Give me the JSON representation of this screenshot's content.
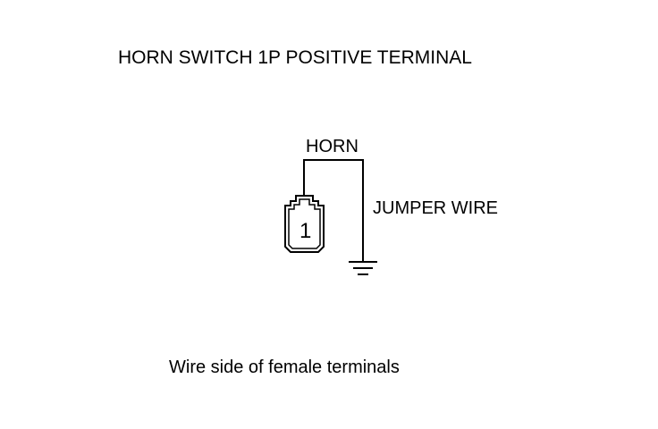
{
  "title": "HORN SWITCH 1P POSITIVE TERMINAL",
  "labels": {
    "horn": "HORN",
    "jumper_wire": "JUMPER WIRE",
    "terminal_number": "1"
  },
  "caption": "Wire side of female terminals",
  "colors": {
    "line": "#000000",
    "background": "#ffffff"
  },
  "icons": {
    "connector": "connector-1p-icon",
    "ground": "ground-icon"
  }
}
